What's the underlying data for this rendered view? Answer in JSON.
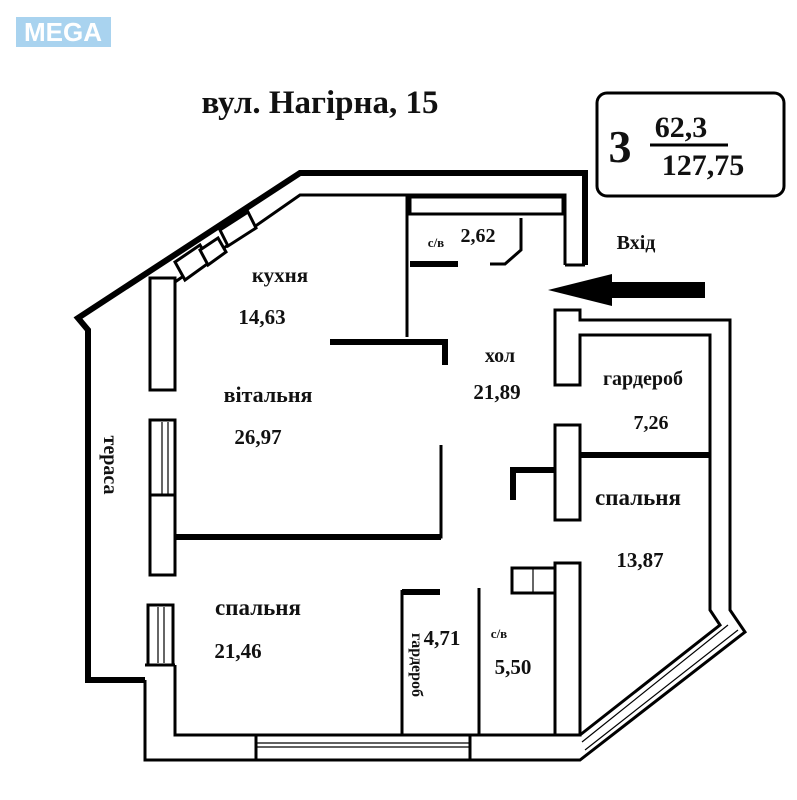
{
  "logo": {
    "text": "MEGA",
    "color": "#a9d3ef"
  },
  "title": "вул. Нагірна, 15",
  "summary": {
    "rooms": "3",
    "living_area": "62,3",
    "total_area": "127,75"
  },
  "entrance": {
    "label": "Вхід",
    "icon": "arrow-left-icon"
  },
  "rooms": {
    "kitchen": {
      "name": "кухня",
      "area": "14,63"
    },
    "living": {
      "name": "вітальня",
      "area": "26,97"
    },
    "terrace": {
      "name": "тераса"
    },
    "hall": {
      "name": "хол",
      "area": "21,89"
    },
    "wc1": {
      "name": "с/в",
      "area": "2,62"
    },
    "wardrobe1": {
      "name": "гардероб",
      "area": "7,26"
    },
    "bedroom1": {
      "name": "спальня",
      "area": "13,87"
    },
    "bedroom2": {
      "name": "спальня",
      "area": "21,46"
    },
    "wardrobe2": {
      "name": "гардероб",
      "area": "4,71"
    },
    "wc2": {
      "name": "с/в",
      "area": "5,50"
    }
  }
}
